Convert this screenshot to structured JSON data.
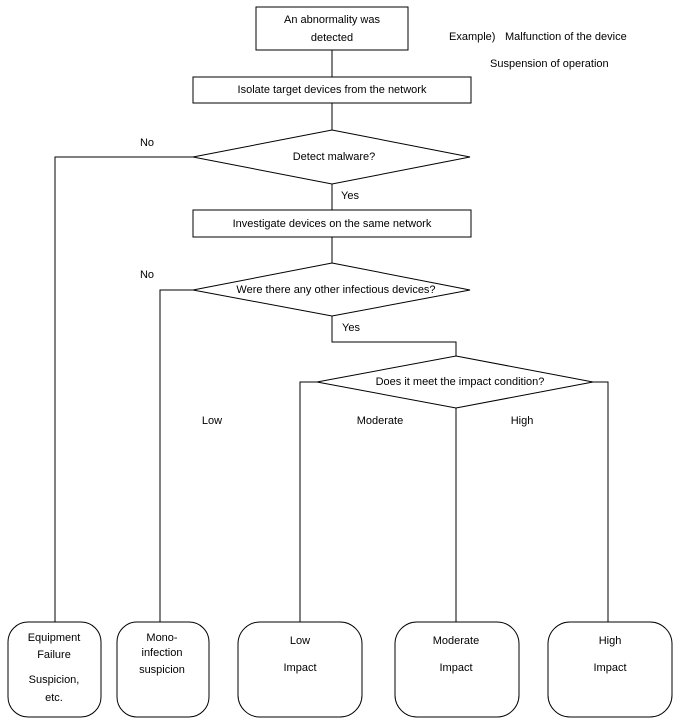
{
  "nodes": {
    "start": {
      "line1": "An abnormality was",
      "line2": "detected"
    },
    "example": {
      "label": "Example)",
      "item1": "Malfunction of the device",
      "item2": "Suspension of operation"
    },
    "isolate": {
      "label": "Isolate target devices from the network"
    },
    "detect_malware": {
      "label": "Detect malware?"
    },
    "investigate": {
      "label": "Investigate devices on the same network"
    },
    "other_infections": {
      "label": "Were there any other infectious devices?"
    },
    "impact_condition": {
      "label": "Does it meet the impact condition?"
    }
  },
  "edges": {
    "malware_no": "No",
    "malware_yes": "Yes",
    "others_no": "No",
    "others_yes": "Yes",
    "impact_low": "Low",
    "impact_moderate": "Moderate",
    "impact_high": "High"
  },
  "outcomes": {
    "equipment": {
      "line1": "Equipment",
      "line2": "Failure",
      "line3": "Suspicion,",
      "line4": "etc."
    },
    "mono": {
      "line1": "Mono-",
      "line2": "infection",
      "line3": "suspicion"
    },
    "low": {
      "line1": "Low",
      "line2": "Impact"
    },
    "moderate": {
      "line1": "Moderate",
      "line2": "Impact"
    },
    "high": {
      "line1": "High",
      "line2": "Impact"
    }
  }
}
